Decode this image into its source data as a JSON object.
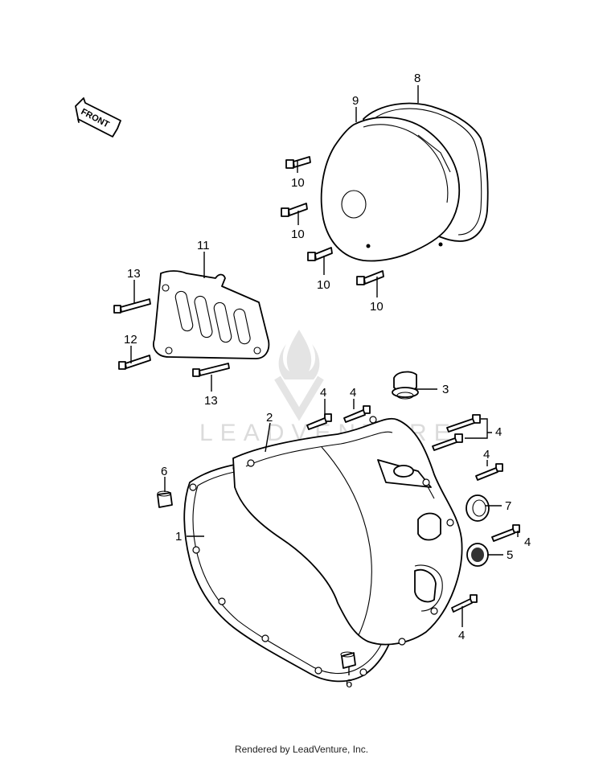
{
  "front_arrow": {
    "label": "FRONT"
  },
  "watermark": {
    "text": "LEADVENTURE"
  },
  "callouts": {
    "c1": "1",
    "c2": "2",
    "c3": "3",
    "c4a": "4",
    "c4b": "4",
    "c4c": "4",
    "c4d": "4",
    "c4e": "4",
    "c4f": "4",
    "c5": "5",
    "c6a": "6",
    "c6b": "6",
    "c7": "7",
    "c8": "8",
    "c9": "9",
    "c10a": "10",
    "c10b": "10",
    "c10c": "10",
    "c10d": "10",
    "c11": "11",
    "c12": "12",
    "c13a": "13",
    "c13b": "13"
  },
  "footer": {
    "text": "Rendered by LeadVenture, Inc."
  }
}
